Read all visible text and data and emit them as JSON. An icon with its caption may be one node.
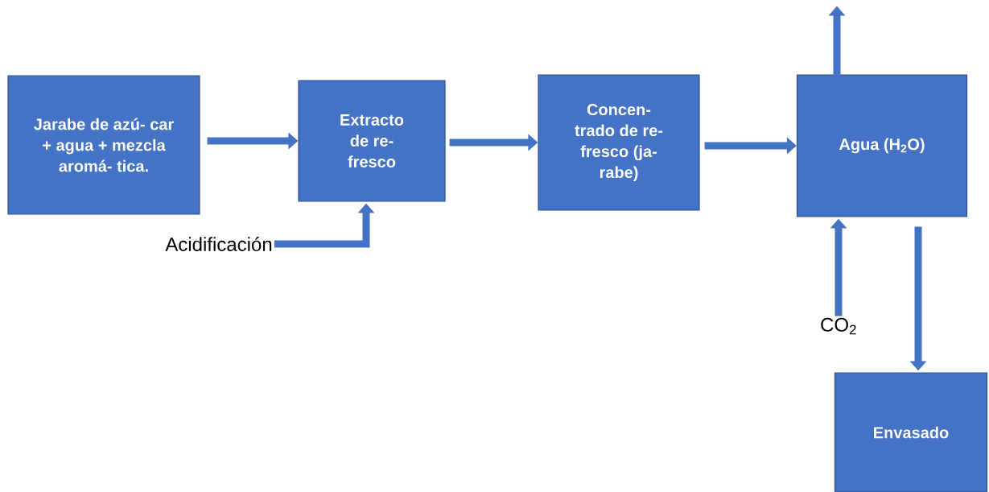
{
  "diagram": {
    "nodes": [
      {
        "text": [
          "Jarabe de azú- car + agua + mezcla aromá- tica."
        ]
      },
      {
        "text": [
          "Extracto de re- fresco"
        ]
      },
      {
        "text": [
          "Concen- trado de re- fresco (ja- rabe)"
        ]
      },
      {
        "text": [
          "Agua (H$_{2}$O)"
        ]
      },
      {
        "text": [
          "Envasado"
        ]
      },
      {
        "text": [
          "Acidificación"
        ]
      },
      {
        "text": [
          "CO$_{2}$"
        ]
      }
    ],
    "edges": [
      {
        "from": 0,
        "to": 1,
        "arrow": "to"
      },
      {
        "from": 1,
        "to": 2,
        "arrow": "to"
      },
      {
        "from": 2,
        "to": 3,
        "arrow": "to"
      },
      {
        "from": 5,
        "to": 1,
        "arrow": "to"
      },
      {
        "from": 3,
        "to": null,
        "arrow": "to"
      },
      {
        "from": 6,
        "to": 3,
        "arrow": "to"
      },
      {
        "from": 3,
        "to": 4,
        "arrow": "to"
      }
    ]
  }
}
